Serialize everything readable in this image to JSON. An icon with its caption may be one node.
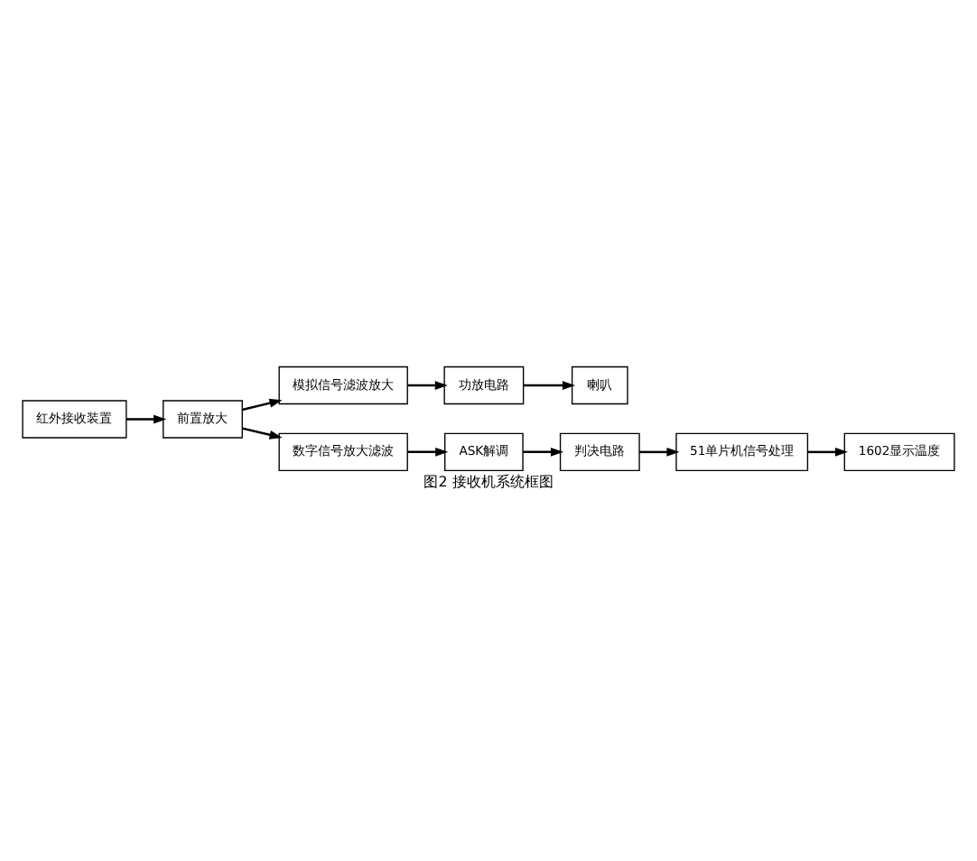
{
  "diagram": {
    "caption": "图2 接收机系统框图",
    "nodes": [
      {
        "text": [
          "红外接收装置"
        ]
      },
      {
        "text": [
          "前置放大"
        ]
      },
      {
        "text": [
          "模拟信号滤波放大"
        ]
      },
      {
        "text": [
          "功放电路"
        ]
      },
      {
        "text": [
          "喇叭"
        ]
      },
      {
        "text": [
          "数字信号放大滤波"
        ]
      },
      {
        "text": [
          "ASK解调"
        ]
      },
      {
        "text": [
          "判决电路"
        ]
      },
      {
        "text": [
          "51单片机信号处理"
        ]
      },
      {
        "text": [
          "1602显示温度"
        ]
      }
    ],
    "edges": [
      {
        "from": 0,
        "to": 1,
        "arrow": "to"
      },
      {
        "from": 1,
        "to": 2,
        "arrow": "to"
      },
      {
        "from": 1,
        "to": 5,
        "arrow": "to"
      },
      {
        "from": 2,
        "to": 3,
        "arrow": "to"
      },
      {
        "from": 3,
        "to": 4,
        "arrow": "to"
      },
      {
        "from": 5,
        "to": 6,
        "arrow": "to"
      },
      {
        "from": 6,
        "to": 7,
        "arrow": "to"
      },
      {
        "from": 7,
        "to": 8,
        "arrow": "to"
      },
      {
        "from": 8,
        "to": 9,
        "arrow": "to"
      }
    ]
  }
}
